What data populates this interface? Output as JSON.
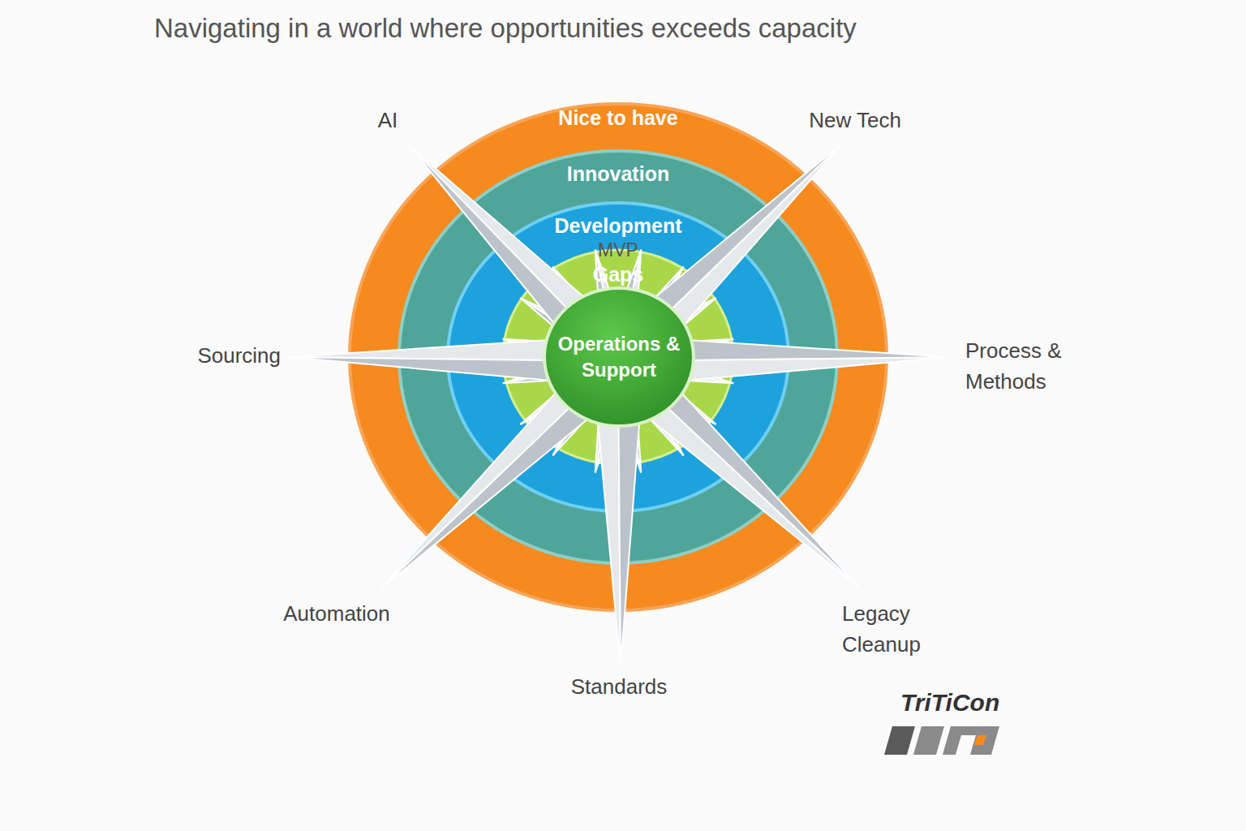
{
  "diagram": {
    "title": "Navigating in a world where opportunities exceeds capacity",
    "nodes": [
      {
        "text": [
          "Nice to have"
        ]
      },
      {
        "text": [
          "Innovation"
        ],
        "in": 0
      },
      {
        "text": [
          "Development"
        ],
        "in": 1
      },
      {
        "text": [
          "MVP",
          "Gaps"
        ],
        "in": 2
      },
      {
        "text": [
          "Operations & Support"
        ],
        "in": 3
      }
    ],
    "labels": [
      "AI",
      "New Tech",
      "Sourcing",
      "Process & Methods",
      "Automation",
      "Standards",
      "Legacy Cleanup",
      "TriTiCon"
    ]
  }
}
